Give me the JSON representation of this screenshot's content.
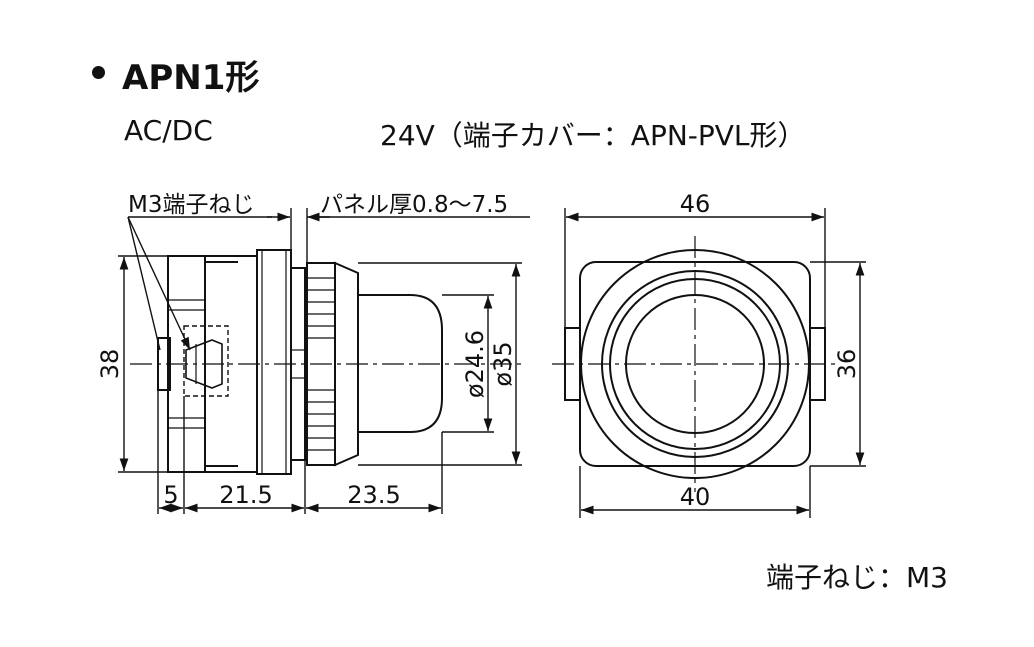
{
  "header": {
    "title": "APN1形"
  },
  "specs": {
    "voltage_type": "AC/DC",
    "voltage_detail": "24V（端子カバー：APN-PVL形）"
  },
  "side_view": {
    "terminal_label": "M3端子ねじ",
    "panel_label": "パネル厚0.8～7.5",
    "height_38": "38",
    "dia_246": "ø24.6",
    "dia_35": "ø35",
    "dim_5": "5",
    "dim_215": "21.5",
    "dim_235": "23.5"
  },
  "front_view": {
    "width_46": "46",
    "height_36": "36",
    "width_40": "40"
  },
  "footer": {
    "terminal_note": "端子ねじ：M3"
  }
}
